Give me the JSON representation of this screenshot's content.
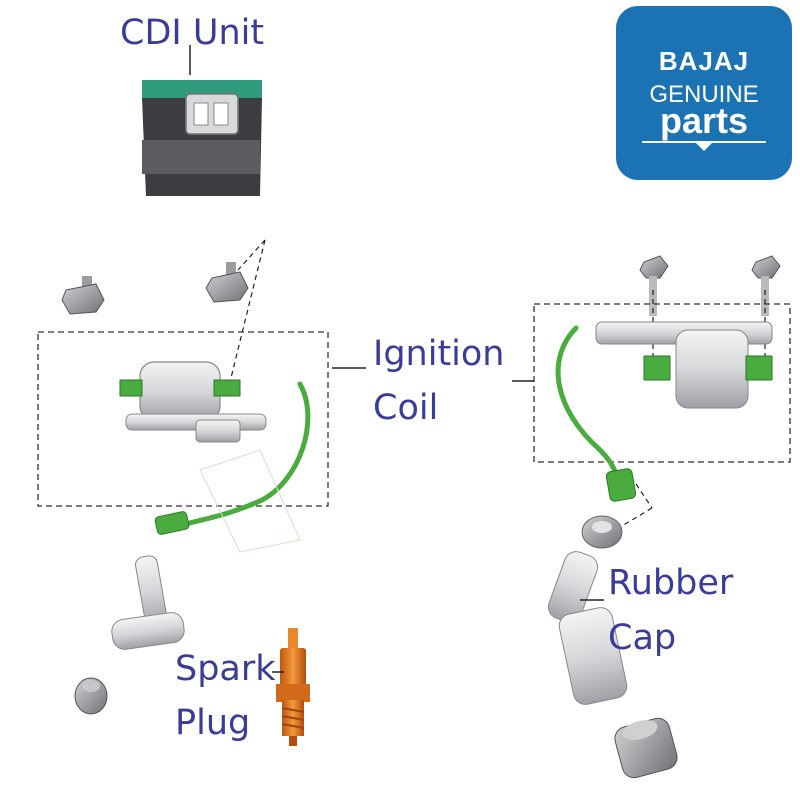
{
  "labels": {
    "cdi_unit": "CDI Unit",
    "ignition_coil_line1": "Ignition",
    "ignition_coil_line2": "Coil",
    "rubber_cap_line1": "Rubber",
    "rubber_cap_line2": "Cap",
    "spark_plug_line1": "Spark",
    "spark_plug_line2": "Plug"
  },
  "logo": {
    "brand": "BAJAJ",
    "line2": "GENUINE",
    "line3": "parts",
    "background": "#1c73b4"
  },
  "colors": {
    "label_text": "#3a3d98",
    "green_part": "#4aab3e",
    "spark_plug": "#e57a22",
    "metal": "#d9dadc"
  }
}
